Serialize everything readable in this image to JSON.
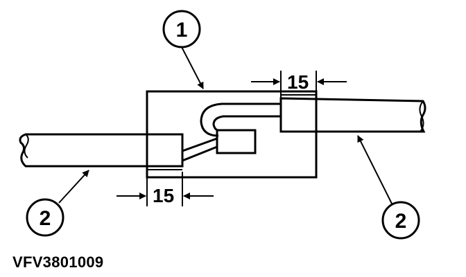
{
  "callouts": {
    "part_1": "1",
    "part_2_left": "2",
    "part_2_right": "2"
  },
  "dimensions": {
    "top": "15",
    "bottom": "15"
  },
  "reference_code": "VFV3801009",
  "colors": {
    "line": "#000000",
    "background": "#ffffff"
  }
}
